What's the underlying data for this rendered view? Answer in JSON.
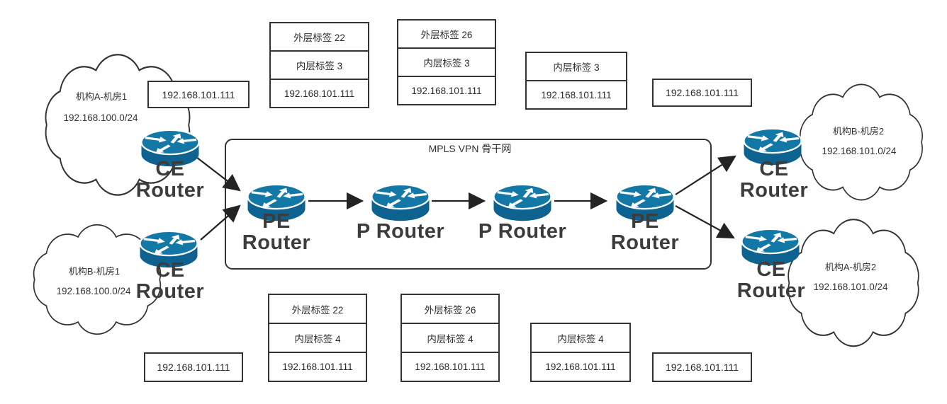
{
  "backbone": {
    "title": "MPLS VPN 骨干网"
  },
  "clouds": {
    "top_left": {
      "name": "机构A-机房1",
      "subnet": "192.168.100.0/24"
    },
    "bottom_left": {
      "name": "机构B-机房1",
      "subnet": "192.168.100.0/24"
    },
    "top_right": {
      "name": "机构B-机房2",
      "subnet": "192.168.101.0/24"
    },
    "bottom_right": {
      "name": "机构A-机房2",
      "subnet": "192.168.101.0/24"
    }
  },
  "routers": {
    "ce_top_left": {
      "line1": "CE",
      "line2": "Router"
    },
    "ce_bottom_left": {
      "line1": "CE",
      "line2": "Router"
    },
    "pe_left": {
      "line1": "PE",
      "line2": "Router"
    },
    "p_left": {
      "label": "P Router"
    },
    "p_right": {
      "label": "P Router"
    },
    "pe_right": {
      "line1": "PE",
      "line2": "Router"
    },
    "ce_top_right": {
      "line1": "CE",
      "line2": "Router"
    },
    "ce_bottom_right": {
      "line1": "CE",
      "line2": "Router"
    }
  },
  "packet_labels": {
    "top_left_ip": "192.168.101.111",
    "top_stack_1": {
      "outer": "外层标签 22",
      "inner": "内层标签 3",
      "ip": "192.168.101.111"
    },
    "top_stack_2": {
      "outer": "外层标签 26",
      "inner": "内层标签 3",
      "ip": "192.168.101.111"
    },
    "top_stack_3": {
      "inner": "内层标签 3",
      "ip": "192.168.101.111"
    },
    "top_right_ip": "192.168.101.111",
    "bottom_left_ip": "192.168.101.111",
    "bottom_stack_1": {
      "outer": "外层标签 22",
      "inner": "内层标签 4",
      "ip": "192.168.101.111"
    },
    "bottom_stack_2": {
      "outer": "外层标签 26",
      "inner": "内层标签 4",
      "ip": "192.168.101.111"
    },
    "bottom_stack_3": {
      "inner": "内层标签 4",
      "ip": "192.168.101.111"
    },
    "bottom_right_ip": "192.168.101.111"
  },
  "colors": {
    "router_top": "#1478a6",
    "router_body": "#0d628f",
    "outline": "#333333",
    "arrow": "#232323"
  }
}
